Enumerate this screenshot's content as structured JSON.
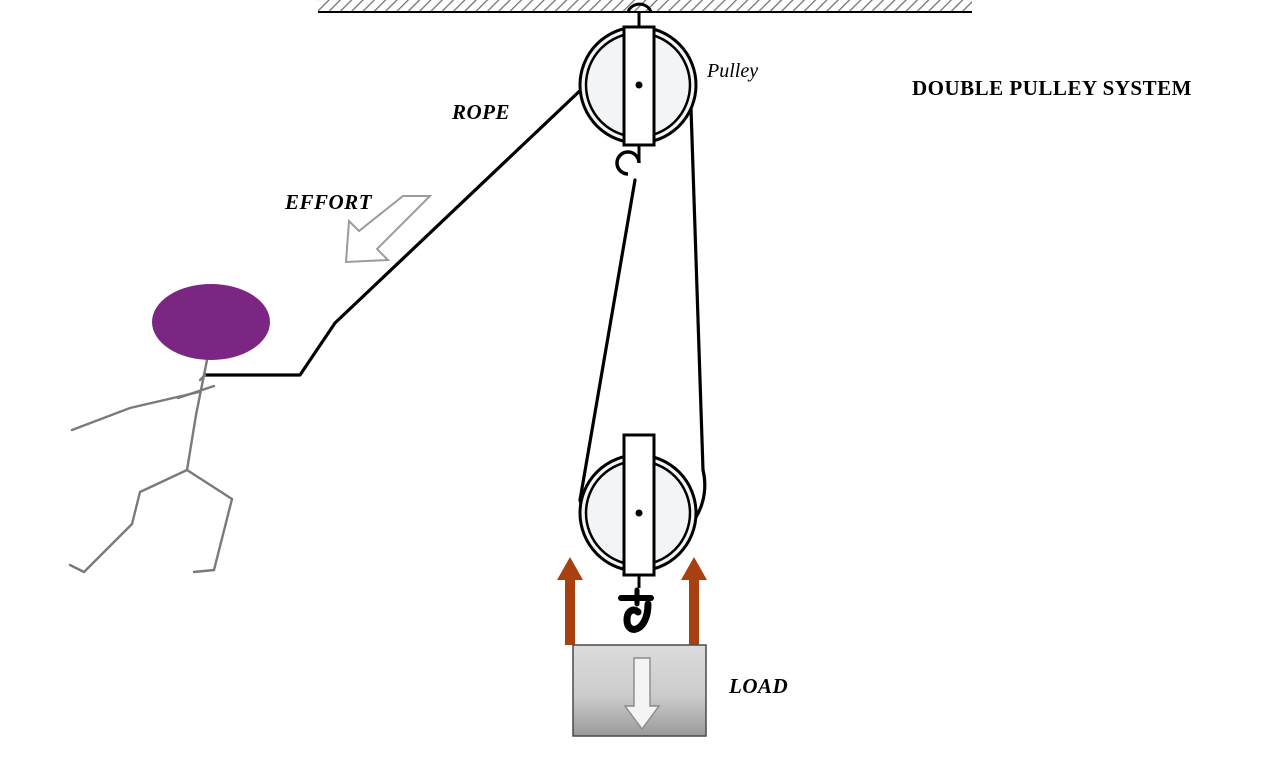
{
  "diagram": {
    "title": "DOUBLE PULLEY SYSTEM",
    "labels": {
      "rope": "ROPE",
      "effort": "EFFORT",
      "pulley": "Pulley",
      "load": "LOAD"
    },
    "colors": {
      "background": "#ffffff",
      "line": "#000000",
      "head": "#7b2682",
      "figure": "#7a7a7a",
      "load_arrow": "#a33c10",
      "block_fill_top": "#d9d9d9",
      "block_fill_bottom": "#9e9e9e",
      "pulley_fill": "#f2f4f6",
      "ceiling_hatch": "#6f6f6f"
    },
    "parts": {
      "ceiling": "ceiling-support",
      "upper_pulley": "fixed-pulley",
      "lower_pulley": "movable-pulley",
      "rope_line": "rope",
      "effort_arrow": "effort-arrow",
      "load_block": "load-block",
      "load_hook": "load-hook",
      "force_arrow_left": "tension-arrow-left",
      "force_arrow_right": "tension-arrow-right",
      "weight_arrow": "weight-arrow",
      "person": "person-pulling-rope"
    }
  }
}
